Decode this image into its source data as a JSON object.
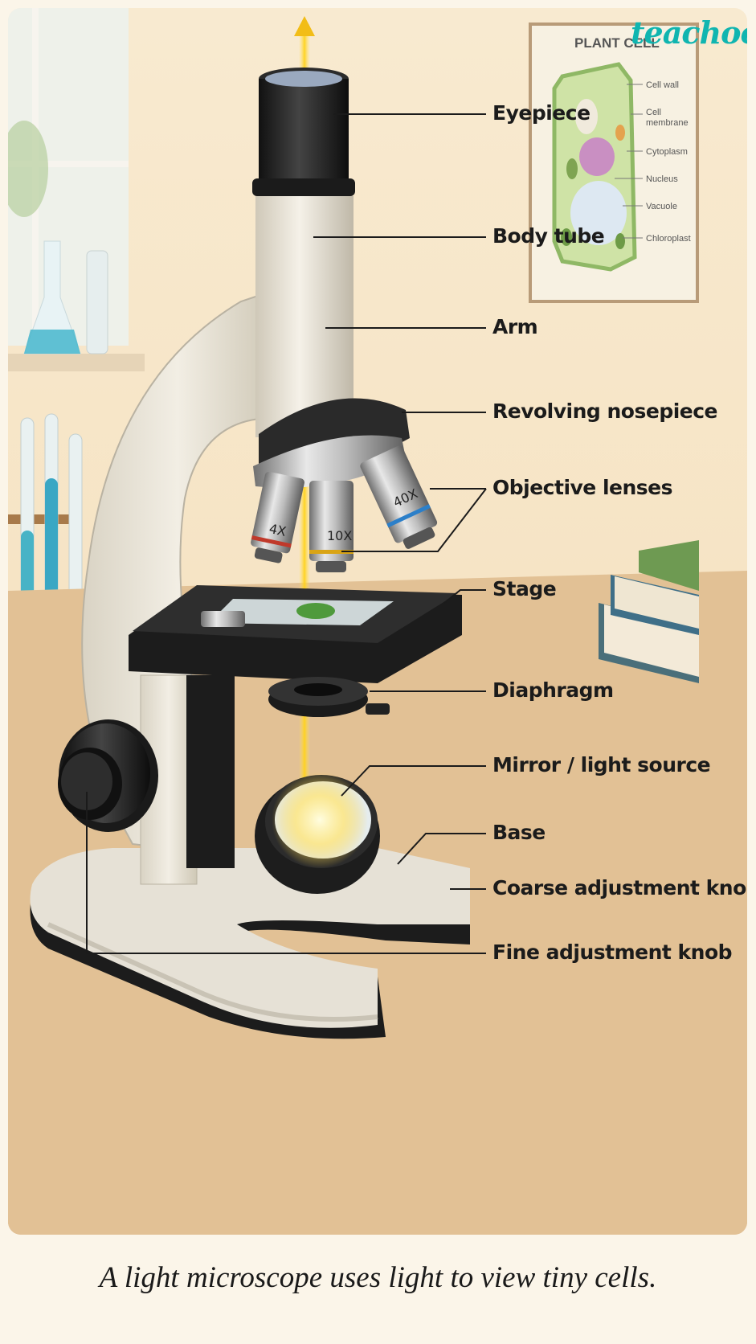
{
  "brand": "teachoo",
  "caption": "A light microscope uses light to view tiny cells.",
  "labels": {
    "eyepiece": "Eyepiece",
    "body_tube": "Body tube",
    "arm": "Arm",
    "revolving_nosepiece": "Revolving nosepiece",
    "objective_lenses": "Objective lenses",
    "stage": "Stage",
    "diaphragm": "Diaphragm",
    "mirror": "Mirror / light source",
    "base": "Base",
    "coarse_knob": "Coarse adjustment knob",
    "fine_knob": "Fine adjustment knob"
  },
  "objectives": {
    "low": "4X",
    "medium": "10X",
    "high": "40X"
  },
  "poster": {
    "title": "PLANT CELL",
    "parts": {
      "cell_wall": "Cell wall",
      "cell_membrane": "Cell membrane",
      "cytoplasm": "Cytoplasm",
      "nucleus": "Nucleus",
      "vacuole": "Vacuole",
      "chloroplast": "Chloroplast"
    }
  },
  "colors": {
    "leader_line": "#1b1b1b",
    "light_beam": "#f5c518",
    "brand": "#10b5b0",
    "microscope_body": "#ece7dc",
    "microscope_dark": "#222222"
  }
}
